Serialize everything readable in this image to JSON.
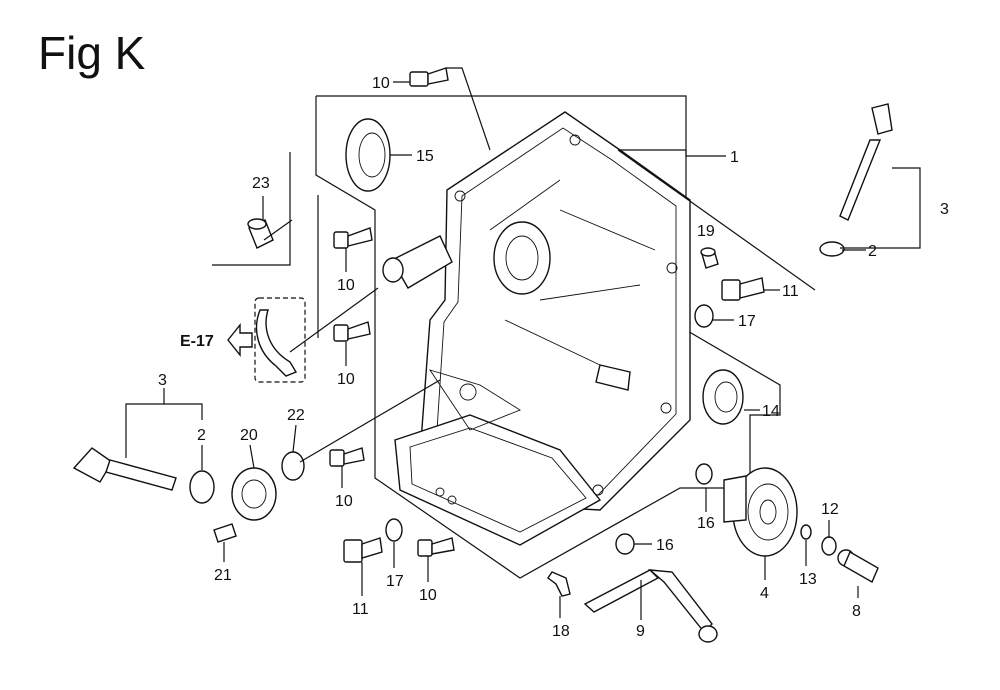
{
  "title": "Fig K",
  "reference_label": "E-17",
  "callouts": {
    "c1": "1",
    "c2a": "2",
    "c2b": "2",
    "c3a": "3",
    "c3b": "3",
    "c4": "4",
    "c8": "8",
    "c9": "9",
    "c10a": "10",
    "c10b": "10",
    "c10c": "10",
    "c10d": "10",
    "c10e": "10",
    "c11a": "11",
    "c11b": "11",
    "c12": "12",
    "c13": "13",
    "c14": "14",
    "c15": "15",
    "c16a": "16",
    "c16b": "16",
    "c17a": "17",
    "c17b": "17",
    "c18": "18",
    "c19": "19",
    "c20": "20",
    "c21": "21",
    "c22": "22",
    "c23": "23"
  }
}
